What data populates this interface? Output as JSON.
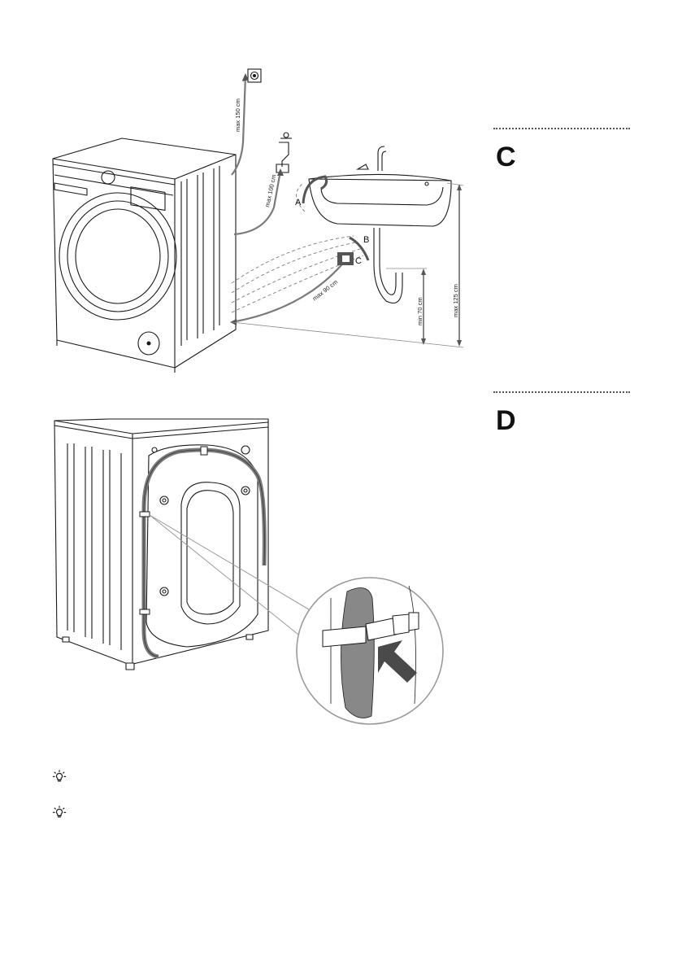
{
  "section_c": {
    "letter": "C"
  },
  "section_d": {
    "letter": "D"
  },
  "figure_c": {
    "dimensions": {
      "max_150": "max 150 cm",
      "max_100": "max 100 cm",
      "max_90": "max 90 cm",
      "min_70": "min 70 cm",
      "max_125": "max 125 cm"
    },
    "points": {
      "a": "A",
      "b": "B",
      "c": "C"
    }
  },
  "tips": {
    "icon": "lightbulb-icon",
    "count": 2
  },
  "colors": {
    "line": "#1a1a1a",
    "hose": "#7a7a7a",
    "arrow": "#555555",
    "hose_light": "#9a9a9a"
  }
}
